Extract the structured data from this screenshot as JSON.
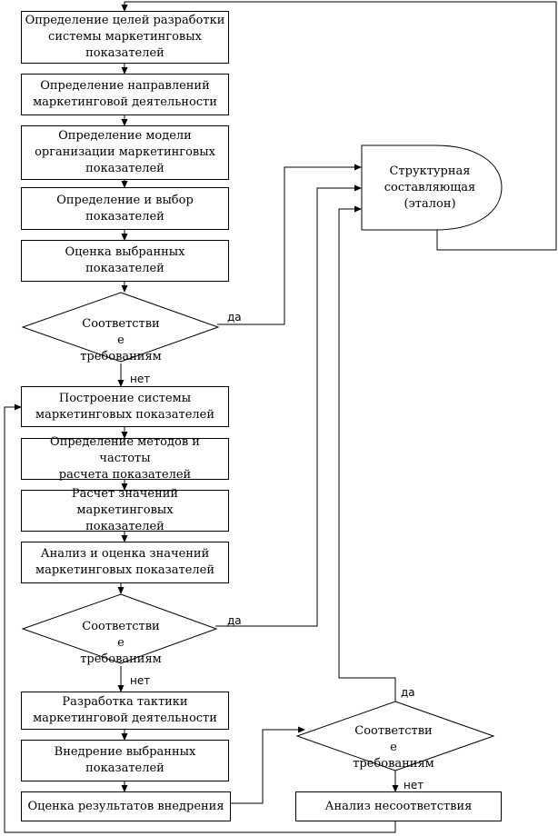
{
  "boxes": {
    "goals": "Определение целей разработки\nсистемы маркетинговых\nпоказателей",
    "directions": "Определение направлений\nмаркетинговой деятельности",
    "model": "Определение модели\nорганизации маркетинговых\nпоказателей",
    "select": "Определение и выбор\nпоказателей",
    "evaluate": "Оценка выбранных\nпоказателей",
    "build": "Построение системы\nмаркетинговых показателей",
    "methods": "Определение методов и частоты\nрасчета показателей",
    "calc": "Расчет значений маркетинговых\nпоказателей",
    "analysis": "Анализ и оценка значений\nмаркетинговых показателей",
    "tactics": "Разработка тактики\nмаркетинговой деятельности",
    "implement": "Внедрение выбранных\nпоказателей",
    "results": "Оценка результатов внедрения",
    "mismatch": "Анализ несоответствия"
  },
  "structural": "Структурная\nсоставляющая\n(эталон)",
  "decisions": {
    "d1": "Соответстви\nе\nтребованиям",
    "d2": "Соответстви\nе\nтребованиям",
    "d3": "Соответстви\nе\nтребованиям"
  },
  "labels": {
    "yes1": "да",
    "no1": "нет",
    "yes2": "да",
    "no2": "нет",
    "yes3": "да",
    "no3": "нет"
  }
}
